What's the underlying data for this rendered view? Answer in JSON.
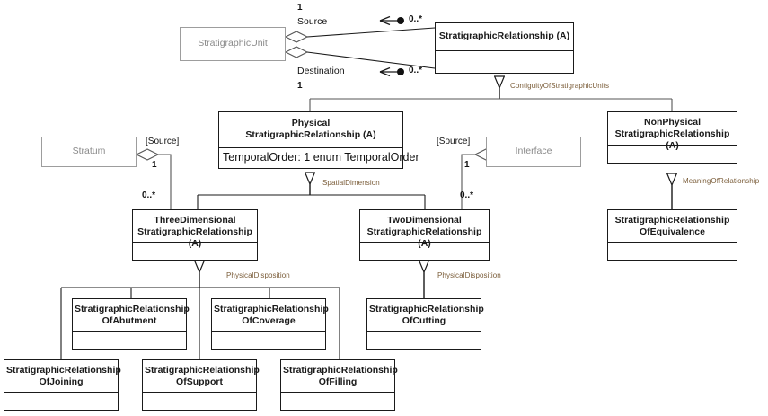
{
  "diagram": {
    "title": "Stratigraphic Relationship UML Class Diagram",
    "colors": {
      "line": "#1a1a1a",
      "ghost_border": "#9d9d9d",
      "ghost_text": "#8a8a8a",
      "edge_label": "#7a5c38",
      "background": "#ffffff"
    }
  },
  "classes": {
    "stratigraphic_unit": {
      "name": "StratigraphicUnit",
      "attrs": [],
      "ghost": true,
      "compartments": 1
    },
    "stratigraphic_relationship": {
      "name": "StratigraphicRelationship (A)",
      "attrs": [],
      "ghost": false,
      "compartments": 2
    },
    "physical": {
      "name_line1": "Physical",
      "name_line2": "StratigraphicRelationship (A)",
      "attrs": [
        "TemporalOrder: 1 enum TemporalOrder"
      ],
      "ghost": false,
      "compartments": 2
    },
    "nonphysical": {
      "name_line1": "NonPhysical",
      "name_line2": "StratigraphicRelationship (A)",
      "attrs": [],
      "ghost": false,
      "compartments": 2
    },
    "stratum": {
      "name": "Stratum",
      "attrs": [],
      "ghost": true,
      "compartments": 1
    },
    "interface": {
      "name": "Interface",
      "attrs": [],
      "ghost": true,
      "compartments": 1
    },
    "threedimensional": {
      "name_line1": "ThreeDimensional",
      "name_line2": "StratigraphicRelationship (A)",
      "attrs": [],
      "ghost": false,
      "compartments": 2
    },
    "twodimensional": {
      "name_line1": "TwoDimensional",
      "name_line2": "StratigraphicRelationship (A)",
      "attrs": [],
      "ghost": false,
      "compartments": 2
    },
    "of_equivalence": {
      "name_line1": "StratigraphicRelationship",
      "name_line2": "OfEquivalence",
      "attrs": [],
      "ghost": false,
      "compartments": 2
    },
    "of_abutment": {
      "name_line1": "StratigraphicRelationship",
      "name_line2": "OfAbutment",
      "attrs": [],
      "ghost": false,
      "compartments": 2
    },
    "of_coverage": {
      "name_line1": "StratigraphicRelationship",
      "name_line2": "OfCoverage",
      "attrs": [],
      "ghost": false,
      "compartments": 2
    },
    "of_cutting": {
      "name_line1": "StratigraphicRelationship",
      "name_line2": "OfCutting",
      "attrs": [],
      "ghost": false,
      "compartments": 2
    },
    "of_joining": {
      "name_line1": "StratigraphicRelationship",
      "name_line2": "OfJoining",
      "attrs": [],
      "ghost": false,
      "compartments": 2
    },
    "of_support": {
      "name_line1": "StratigraphicRelationship",
      "name_line2": "OfSupport",
      "attrs": [],
      "ghost": false,
      "compartments": 2
    },
    "of_filling": {
      "name_line1": "StratigraphicRelationship",
      "name_line2": "OfFilling",
      "attrs": [],
      "ghost": false,
      "compartments": 2
    }
  },
  "labels": {
    "source_role": "Source",
    "destination_role": "Destination",
    "source_bracket_left": "[Source]",
    "source_bracket_right": "[Source]",
    "mult_one_a": "1",
    "mult_one_b": "1",
    "mult_one_c": "1",
    "mult_one_d": "1",
    "mult_many_a": "0..*",
    "mult_many_b": "0..*",
    "mult_many_c": "0..*",
    "mult_many_d": "0..*",
    "contiguity": "ContiguityOfStratigraphicUnits",
    "spatial_dimension": "SpatialDimension",
    "meaning_of_relationship": "MeaningOfRelationship",
    "physical_disposition_left": "PhysicalDisposition",
    "physical_disposition_right": "PhysicalDisposition"
  }
}
